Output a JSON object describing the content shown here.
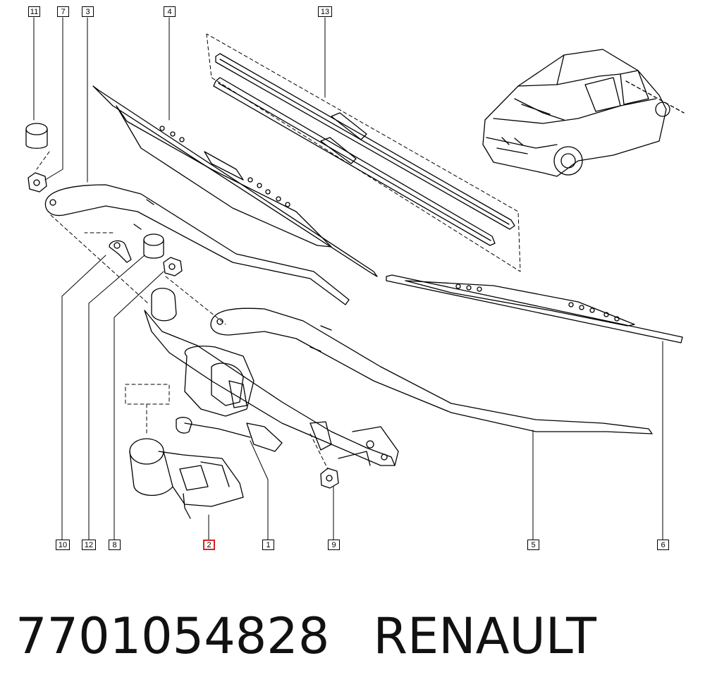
{
  "callouts": {
    "c11": "11",
    "c7": "7",
    "c3": "3",
    "c4": "4",
    "c13": "13",
    "c10": "10",
    "c12": "12",
    "c8": "8",
    "c2": "2",
    "c1": "1",
    "c9": "9",
    "c5": "5",
    "c6": "6"
  },
  "caption": {
    "part_number": "7701054828",
    "brand": "RENAULT"
  },
  "colors": {
    "line": "#000000",
    "highlight": "#e0201a",
    "background": "#ffffff"
  },
  "icons": [
    "car-icon",
    "wiper-motor-icon",
    "wiper-arm-icon",
    "wiper-blade-icon",
    "nut-icon",
    "cap-icon",
    "bolt-icon"
  ]
}
